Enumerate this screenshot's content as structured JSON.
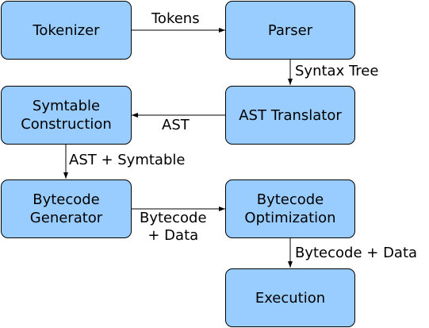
{
  "diagram": {
    "node_fill": "#99ccff",
    "nodes": {
      "tokenizer": "Tokenizer",
      "parser": "Parser",
      "ast_translator": "AST Translator",
      "symtable": [
        "Symtable",
        "Construction"
      ],
      "bytecode_generator": [
        "Bytecode",
        "Generator"
      ],
      "bytecode_optimization": [
        "Bytecode",
        "Optimization"
      ],
      "execution": "Execution"
    },
    "edges": {
      "tokens": "Tokens",
      "syntax_tree": "Syntax Tree",
      "ast": "AST",
      "ast_symtable": "AST + Symtable",
      "bytecode_data_1": [
        "Bytecode",
        "+ Data"
      ],
      "bytecode_data_2": "Bytecode + Data"
    }
  }
}
